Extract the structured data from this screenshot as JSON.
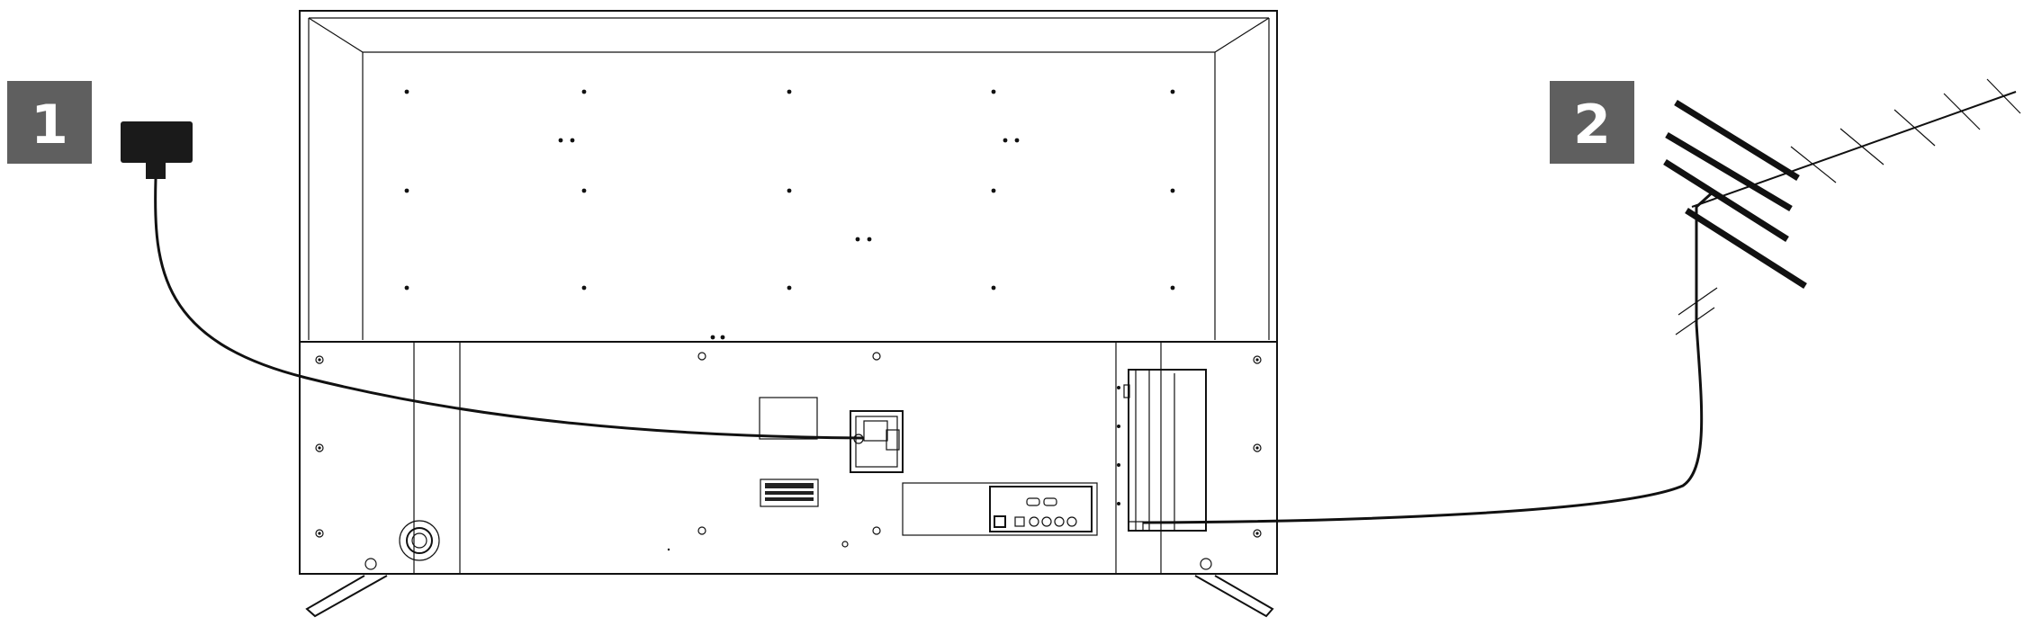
{
  "diagram": {
    "steps": [
      {
        "number": "1",
        "device": "power-adapter"
      },
      {
        "number": "2",
        "device": "antenna"
      }
    ],
    "colors": {
      "badge": "#5f5f5f",
      "badge_text": "#ffffff",
      "lines": "#111111",
      "background": "#ffffff"
    },
    "icons": [
      "power-plug-icon",
      "antenna-icon",
      "tv-rear-icon"
    ]
  }
}
